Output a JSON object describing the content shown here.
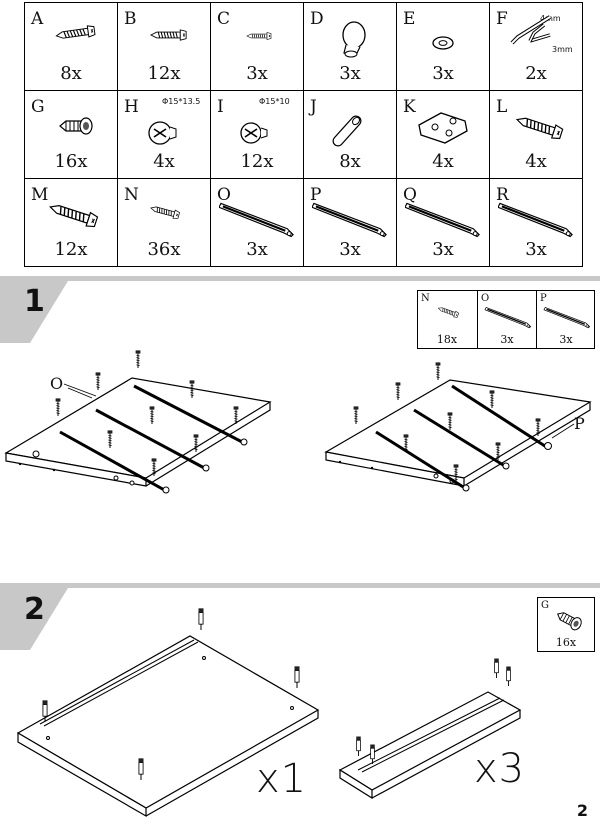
{
  "parts": [
    {
      "letter": "A",
      "qty": "8x",
      "icon": "chipboard-screw-icon"
    },
    {
      "letter": "B",
      "qty": "12x",
      "icon": "wood-screw-icon"
    },
    {
      "letter": "C",
      "qty": "3x",
      "icon": "short-screw-icon"
    },
    {
      "letter": "D",
      "qty": "3x",
      "icon": "knob-icon"
    },
    {
      "letter": "E",
      "qty": "3x",
      "icon": "washer-icon"
    },
    {
      "letter": "F",
      "qty": "2x",
      "icon": "allen-key-icon",
      "dims": [
        "4mm",
        "3mm"
      ]
    },
    {
      "letter": "G",
      "qty": "16x",
      "icon": "cam-bolt-icon"
    },
    {
      "letter": "H",
      "qty": "4x",
      "icon": "cam-lock-icon",
      "dims": [
        "Φ15*13.5"
      ]
    },
    {
      "letter": "I",
      "qty": "12x",
      "icon": "cam-lock-icon",
      "dims": [
        "Φ15*10"
      ]
    },
    {
      "letter": "J",
      "qty": "8x",
      "icon": "dowel-icon"
    },
    {
      "letter": "K",
      "qty": "4x",
      "icon": "bracket-plate-icon"
    },
    {
      "letter": "L",
      "qty": "4x",
      "icon": "long-screw-icon"
    },
    {
      "letter": "M",
      "qty": "12x",
      "icon": "long-screw-icon"
    },
    {
      "letter": "N",
      "qty": "36x",
      "icon": "small-screw-icon"
    },
    {
      "letter": "O",
      "qty": "3x",
      "icon": "drawer-runner-icon"
    },
    {
      "letter": "P",
      "qty": "3x",
      "icon": "drawer-runner-icon"
    },
    {
      "letter": "Q",
      "qty": "3x",
      "icon": "drawer-runner-icon"
    },
    {
      "letter": "R",
      "qty": "3x",
      "icon": "drawer-runner-icon"
    }
  ],
  "step1": {
    "number": "1",
    "legend": [
      {
        "letter": "N",
        "qty": "18x",
        "icon": "small-screw-icon"
      },
      {
        "letter": "O",
        "qty": "3x",
        "icon": "drawer-runner-icon"
      },
      {
        "letter": "P",
        "qty": "3x",
        "icon": "drawer-runner-icon"
      }
    ],
    "callouts": [
      "O",
      "P"
    ]
  },
  "step2": {
    "number": "2",
    "legend": [
      {
        "letter": "G",
        "qty": "16x",
        "icon": "cam-bolt-icon"
      }
    ],
    "multipliers": [
      "x1",
      "x3"
    ]
  },
  "page_number": "2",
  "colors": {
    "divider": "#c8c8c8",
    "step_triangle": "#c8c8c8",
    "line": "#000000"
  }
}
